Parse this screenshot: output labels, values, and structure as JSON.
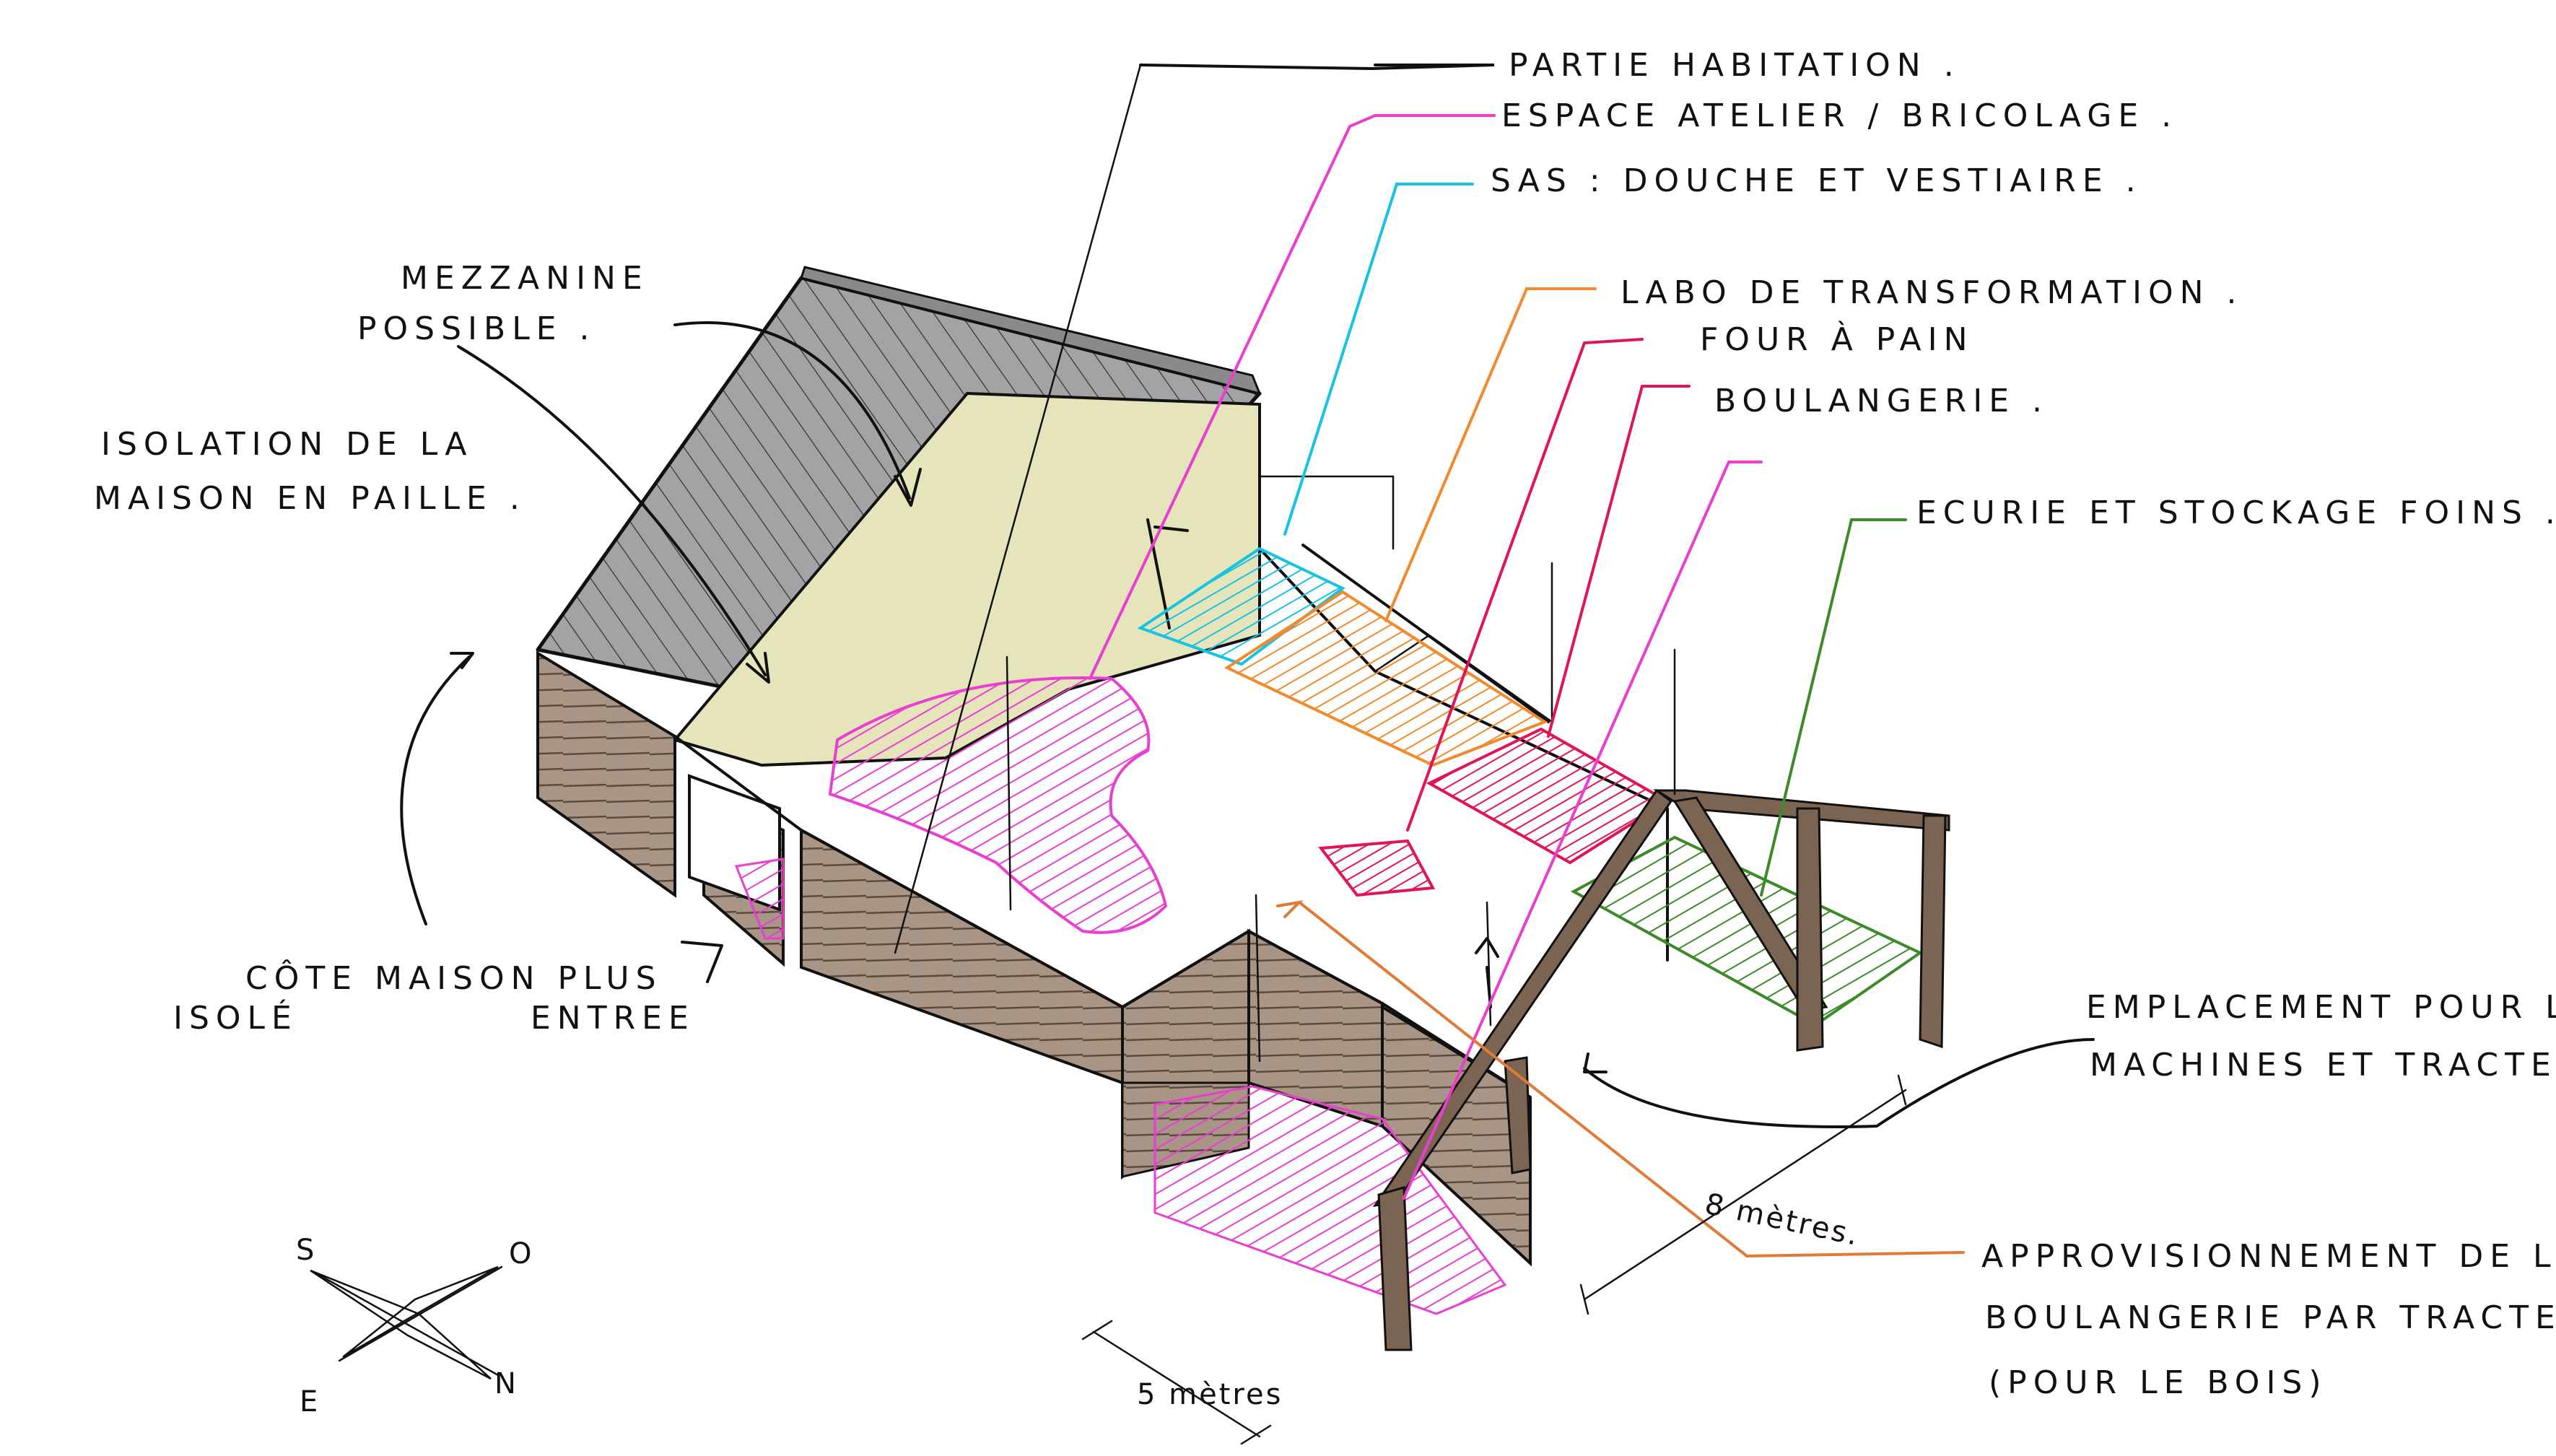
{
  "labels": {
    "partie_habitation": "PARTIE HABITATION .",
    "espace_atelier": "ESPACE ATELIER / BRICOLAGE .",
    "sas": "SAS : DOUCHE ET VESTIAIRE .",
    "labo_line1": "LABO DE TRANSFORMATION .",
    "labo_line2": "FOUR À PAIN",
    "boulangerie": "BOULANGERIE .",
    "ecurie": "ECURIE ET STOCKAGE FOINS .",
    "mezzanine_line1": "MEZZANINE",
    "mezzanine_line2": "POSSIBLE .",
    "isolation_line1": "ISOLATION DE LA",
    "isolation_line2": "MAISON EN PAILLE .",
    "cote_line1": "CÔTE MAISON PLUS",
    "cote_line2": "ISOLÉ",
    "entree_line1": "ENTREE",
    "emplacement_line1": "EMPLACEMENT POUR LES",
    "emplacement_line2": "MACHINES ET TRACTEUR.",
    "approvisionnement_line1": "APPROVISIONNEMENT DE LA",
    "approvisionnement_line2": "BOULANGERIE PAR TRACTEUR",
    "approvisionnement_line3": "(POUR LE BOIS)",
    "dim_8": "8 mètres.",
    "dim_5": "5 mètres",
    "compass_s": "S",
    "compass_o": "O",
    "compass_e": "E",
    "compass_n": "N"
  },
  "colors": {
    "habitation": "#111111",
    "atelier": "#e83fd0",
    "sas": "#17c3e0",
    "labo": "#f08a2c",
    "boulangerie": "#e01459",
    "ecurie": "#3d8a2a",
    "approvisionnement": "#e07a36",
    "roof": "#a3a3a5",
    "wall_wood": "#a89585",
    "straw_wall": "#e6e4ba",
    "timber": "#7b6452"
  }
}
